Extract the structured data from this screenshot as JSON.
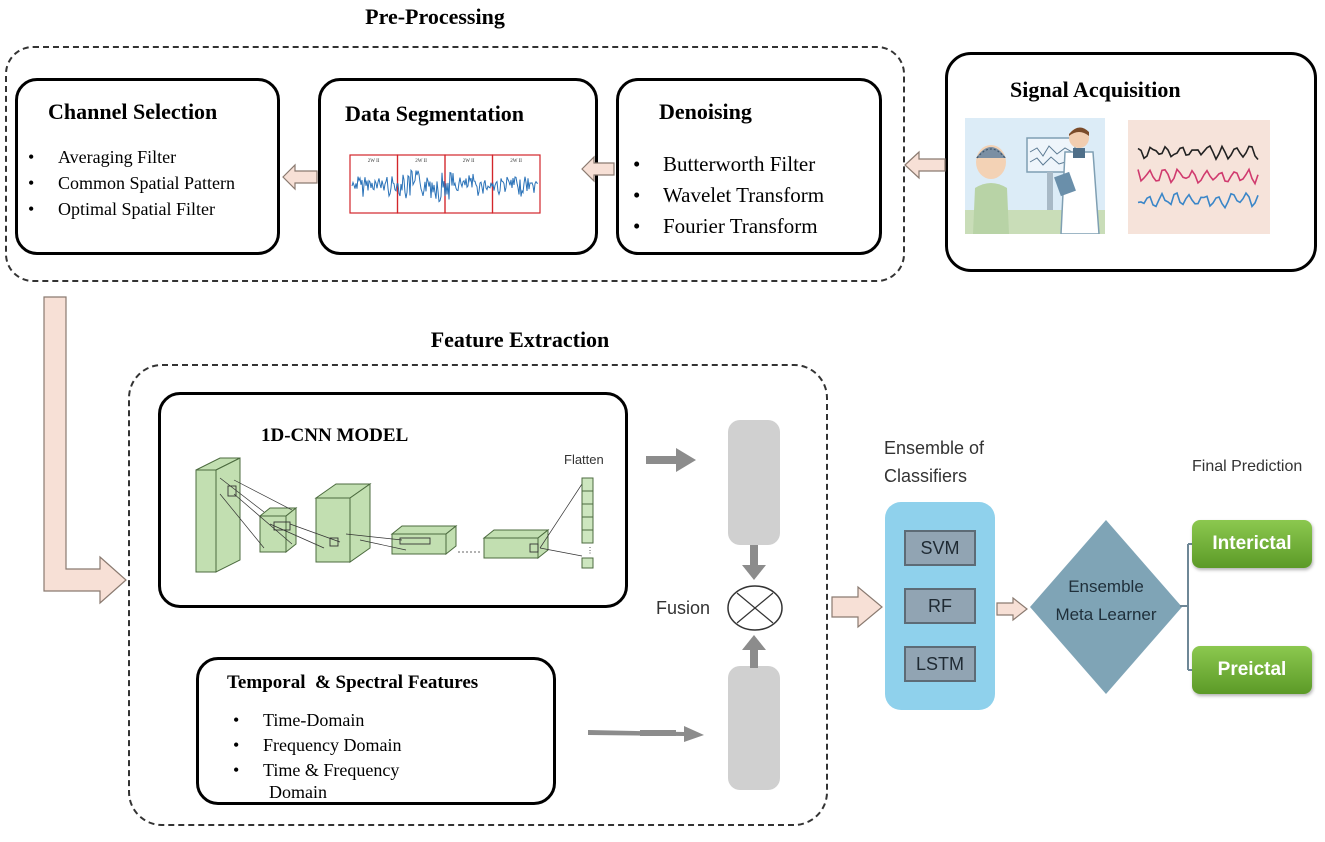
{
  "preprocessing": {
    "title": "Pre-Processing",
    "channel_selection": {
      "title": "Channel Selection",
      "items": [
        "Averaging Filter",
        "Common Spatial Pattern",
        "Optimal Spatial Filter"
      ]
    },
    "data_segmentation": {
      "title": "Data Segmentation",
      "segment_labels": [
        "2W II",
        "2W II",
        "2W II",
        "2W II"
      ]
    },
    "denoising": {
      "title": "Denoising",
      "items": [
        "Butterworth Filter",
        "Wavelet Transform",
        "Fourier Transform"
      ]
    }
  },
  "signal_acquisition": {
    "title": "Signal Acquisition"
  },
  "feature_extraction": {
    "title": "Feature Extraction",
    "cnn": {
      "title": "1D-CNN MODEL",
      "flatten_label": "Flatten"
    },
    "features": {
      "title": "Temporal  & Spectral Features",
      "items": [
        "Time-Domain",
        "Frequency Domain",
        "Time & Frequency"
      ],
      "item_continuation": "Domain"
    },
    "fusion_label": "Fusion"
  },
  "ensemble": {
    "title_line1": "Ensemble of",
    "title_line2": "Classifiers",
    "classifiers": [
      "SVM",
      "RF",
      "LSTM"
    ],
    "meta_line1": "Ensemble",
    "meta_line2": "Meta Learner"
  },
  "final_prediction": {
    "title": "Final Prediction",
    "outputs": [
      "Interictal",
      "Preictal"
    ]
  },
  "colors": {
    "arrow_fill": "#f7e0d6",
    "arrow_stroke": "#8a7a70",
    "gray_arrow": "#8c8c8c",
    "classifier_panel": "#8fd1ec",
    "meta_diamond": "#7fa4b6",
    "output_green": "#6aaa35"
  }
}
